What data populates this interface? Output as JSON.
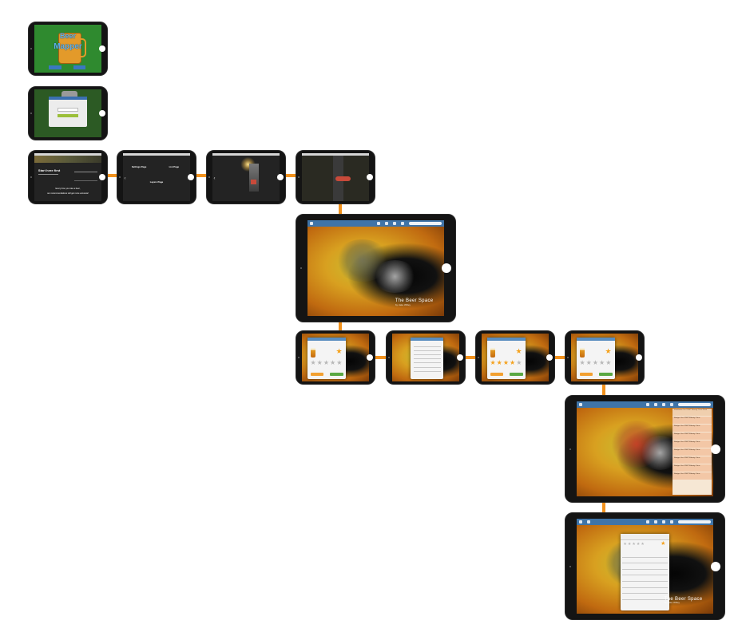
{
  "colors": {
    "connector": "#f2921d",
    "tablet_bezel": "#141414",
    "splash_green": "#2f8a2f",
    "toolbar_blue": "#3f74a8",
    "star_gold": "#f4a21e",
    "button_orange": "#f2a030",
    "button_green": "#5aa843",
    "suggestion_salmon": "#f3c7a6",
    "map_gold": "#d8a020"
  },
  "splash": {
    "logo_line1": "Beer",
    "logo_line2": "Mapper"
  },
  "tutorial": {
    "start_here_title": "Start here first",
    "bottom_message_line1": "Every time you rate a beer,",
    "bottom_message_line2": "our recommendations will get more accurate!",
    "settings_title": "Settings Page",
    "list_title": "List Page",
    "layers_title": "Layers Page"
  },
  "map": {
    "title": "The Beer Space",
    "subtitle": "by Jake Willey"
  },
  "suggestions": {
    "header": "Wimbledon Sur IOWP Wheaty Citrus Stout",
    "items": [
      "Wedges Sur IOWP Wheaty Citrus",
      "Wedges Sur IOWP Wheaty Citrus",
      "Wedges Sur IOWP Wheaty Citrus",
      "Wedges Sur IOWP Wheaty Citrus",
      "Wedges Sur IOWP Wheaty Citrus",
      "Wedges Sur IOWP Wheaty Citrus",
      "Wedges Sur IOWP Wheaty Citrus",
      "Wedges Sur IOWP Wheaty Citrus"
    ]
  }
}
